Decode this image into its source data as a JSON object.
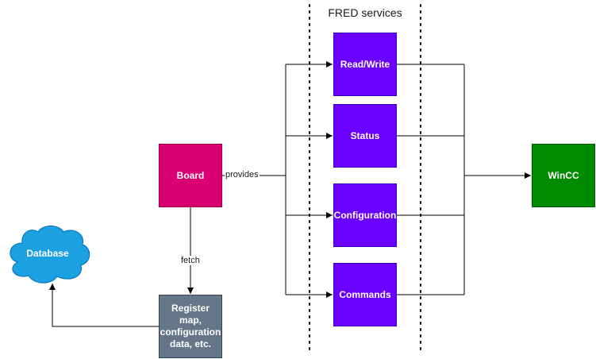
{
  "title": "FRED services",
  "services": [
    {
      "label": "Read/Write"
    },
    {
      "label": "Status"
    },
    {
      "label": "Configuration"
    },
    {
      "label": "Commands"
    }
  ],
  "nodes": {
    "board": "Board",
    "wincc": "WinCC",
    "register_map": "Register map, configuration data, etc.",
    "database": "Database"
  },
  "edges": {
    "provides": "provides",
    "fetch": "fetch"
  },
  "colors": {
    "service": "#6a00ff",
    "board": "#d80073",
    "wincc": "#008a00",
    "register_map": "#647687",
    "database": "#1ba1e2"
  }
}
